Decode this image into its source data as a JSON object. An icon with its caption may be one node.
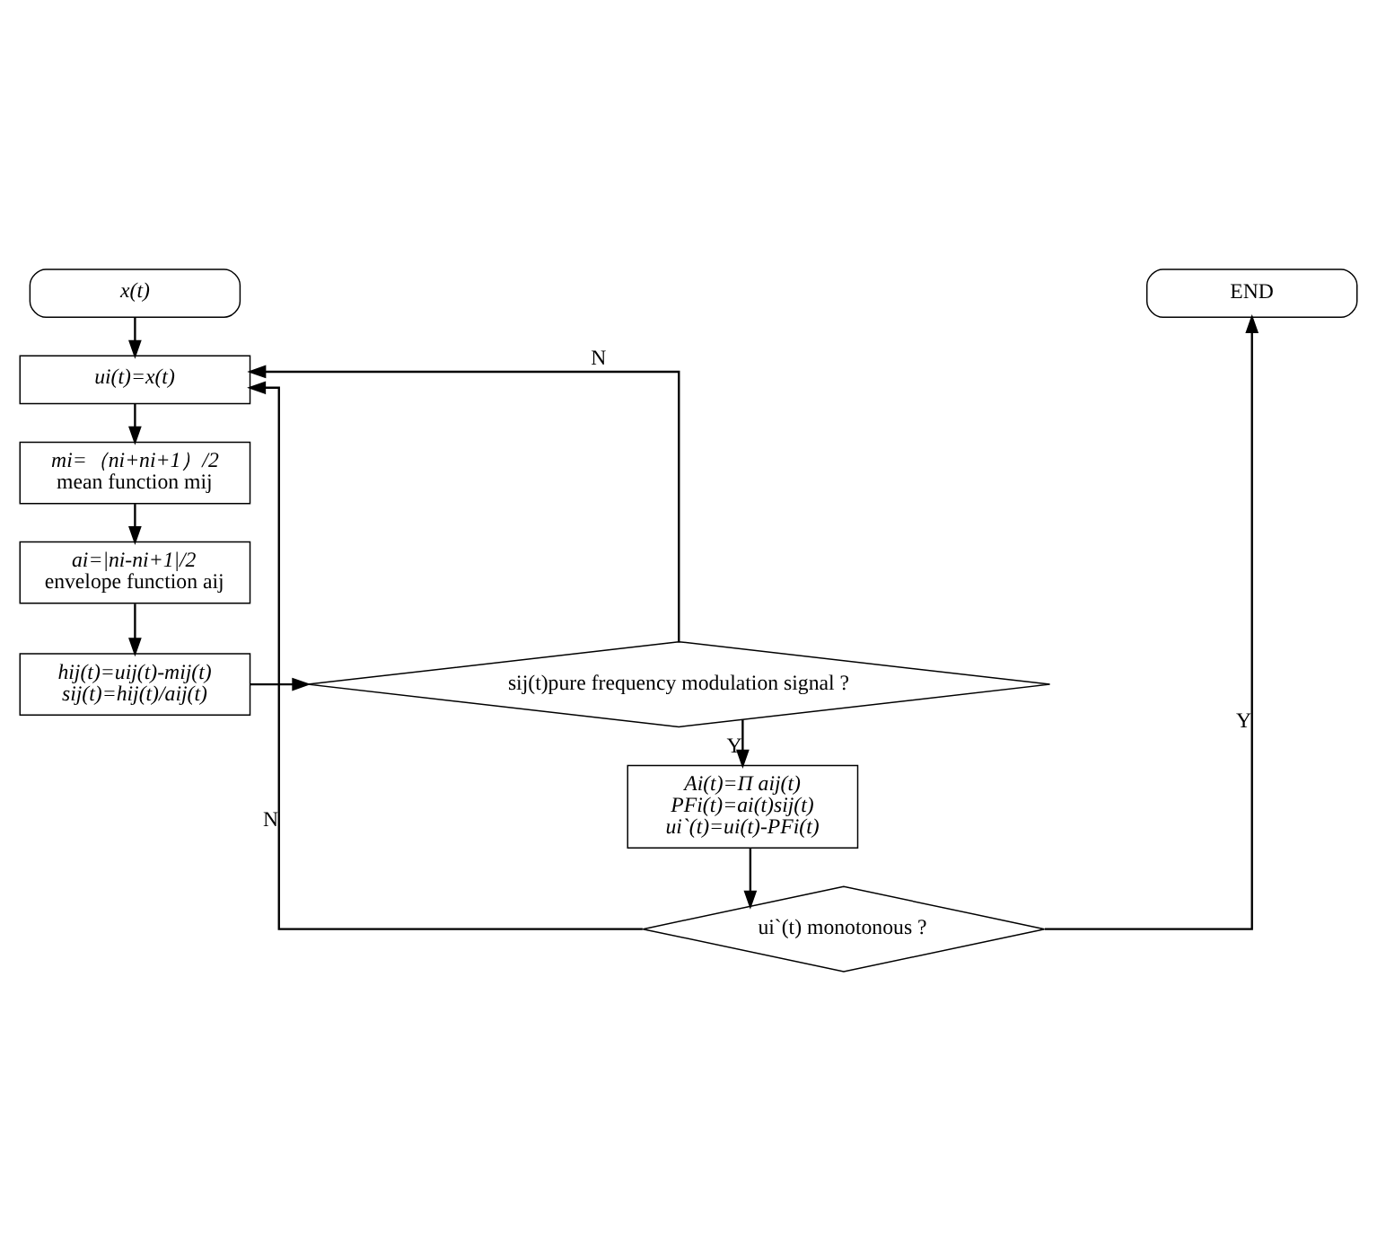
{
  "diagram": {
    "nodes": [
      {
        "text": [
          "x(t)"
        ]
      },
      {
        "text": [
          "ui(t)=x(t)"
        ]
      },
      {
        "text": [
          "mi=（ni+ni+1）/2",
          "mean function mij"
        ]
      },
      {
        "text": [
          "ai=|ni-ni+1|/2",
          "envelope function aij"
        ]
      },
      {
        "text": [
          "hij(t)=uij(t)-mij(t)",
          "sij(t)=hij(t)/aij(t)"
        ]
      },
      {
        "text": [
          "sij(t)pure frequency modulation signal ?"
        ]
      },
      {
        "text": [
          "Ai(t)=Π aij(t)",
          "PFi(t)=ai(t)sij(t)",
          "ui`(t)=ui(t)-PFi(t)"
        ]
      },
      {
        "text": [
          "ui`(t) monotonous ?"
        ]
      },
      {
        "text": [
          "END"
        ]
      }
    ],
    "edges": [
      {
        "from": 0,
        "to": 1,
        "arrow": "to"
      },
      {
        "from": 1,
        "to": 2,
        "arrow": "to"
      },
      {
        "from": 2,
        "to": 3,
        "arrow": "to"
      },
      {
        "from": 3,
        "to": 4,
        "arrow": "to"
      },
      {
        "from": 4,
        "to": 5,
        "arrow": "to"
      },
      {
        "from": 5,
        "to": 6,
        "arrow": "to",
        "label": "Y"
      },
      {
        "from": 6,
        "to": 7,
        "arrow": "to"
      },
      {
        "from": 7,
        "to": 8,
        "arrow": "to",
        "label": "Y"
      },
      {
        "from": 7,
        "to": 1,
        "arrow": "to",
        "label": "N"
      },
      {
        "from": 5,
        "to": 1,
        "arrow": "to",
        "label": "N"
      }
    ]
  }
}
